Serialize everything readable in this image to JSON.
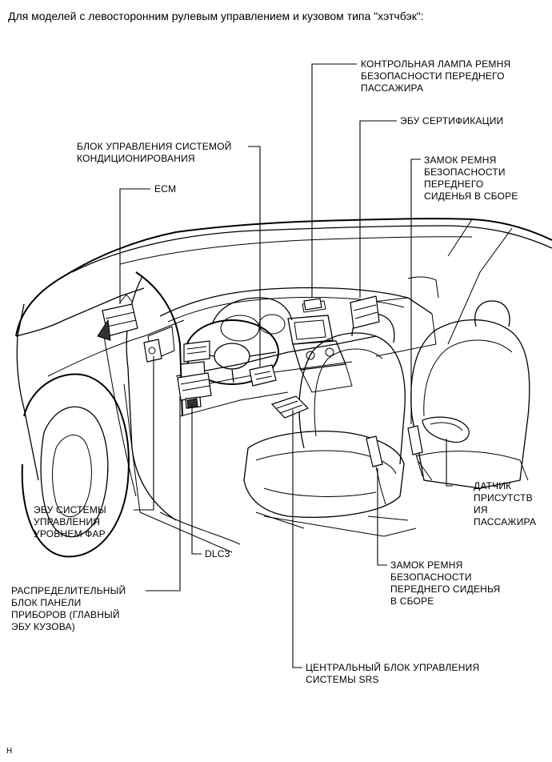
{
  "heading": "Для моделей с левосторонним рулевым управлением и кузовом типа \"хэтчбэк\":",
  "labels": {
    "pass_lamp": [
      "КОНТРОЛЬНАЯ ЛАМПА РЕМНЯ",
      "БЕЗОПАСНОСТИ ПЕРЕДНЕГО",
      "ПАССАЖИРА"
    ],
    "cert_ecu": [
      "ЭБУ СЕРТИФИКАЦИИ"
    ],
    "ac_unit": [
      "БЛОК УПРАВЛЕНИЯ СИСТЕМОЙ",
      "КОНДИЦИОНИРОВАНИЯ"
    ],
    "buckle_pass": [
      "ЗАМОК РЕМНЯ",
      "БЕЗОПАСНОСТИ",
      "ПЕРЕДНЕГО",
      "СИДЕНЬЯ В СБОРЕ"
    ],
    "ecm": [
      "ECM"
    ],
    "headlamp_ecu": [
      "ЭБУ СИСТЕМЫ",
      "УПРАВЛЕНИЯ",
      "УРОВНЕМ ФАР"
    ],
    "dlc3": [
      "DLC3"
    ],
    "junction_block": [
      "РАСПРЕДЕЛИТЕЛЬНЫЙ",
      "БЛОК ПАНЕЛИ",
      "ПРИБОРОВ (ГЛАВНЫЙ",
      "ЭБУ КУЗОВА)"
    ],
    "occupant_sensor": [
      "ДАТЧИК",
      "ПРИСУТСТВ",
      "ИЯ",
      "ПАССАЖИРА"
    ],
    "buckle_driver": [
      "ЗАМОК РЕМНЯ",
      "БЕЗОПАСНОСТИ",
      "ПЕРЕДНЕГО СИДЕНЬЯ",
      "В СБОРЕ"
    ],
    "srs_unit": [
      "ЦЕНТРАЛЬНЫЙ БЛОК УПРАВЛЕНИЯ",
      "СИСТЕМЫ SRS"
    ]
  },
  "footer": "H"
}
